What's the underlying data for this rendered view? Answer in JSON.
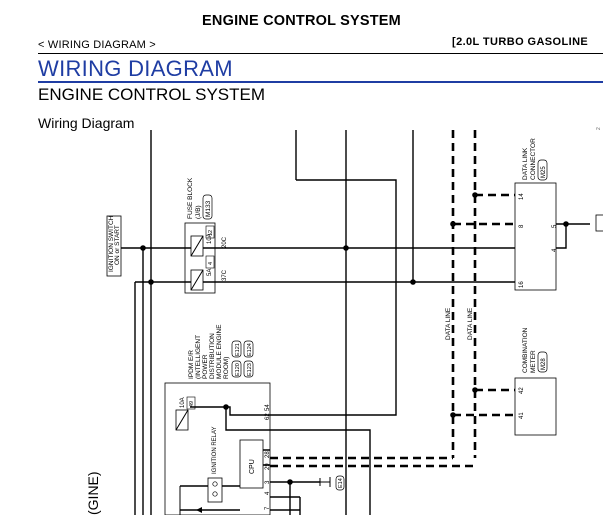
{
  "header": {
    "title": "ENGINE CONTROL SYSTEM",
    "breadcrumb": "< WIRING DIAGRAM >",
    "variant": "[2.0L TURBO GASOLINE"
  },
  "section_title": "WIRING DIAGRAM",
  "subtitle": "ENGINE CONTROL SYSTEM",
  "diagram_title": "Wiring Diagram",
  "corner_mark": "2",
  "diagram": {
    "ignition_switch": [
      "IGNITION SWITCH",
      "ON or START"
    ],
    "fuse_block": {
      "label": [
        "FUSE BLOCK",
        "(J/B)"
      ],
      "connector": "M133",
      "fuse_top": {
        "amp": "10A",
        "num": "12"
      },
      "fuse_bottom": {
        "amp": "5A",
        "num": "4"
      },
      "term_top": "20C",
      "term_bottom": "37C"
    },
    "data_link_connector": {
      "label": [
        "DATA LINK",
        "CONNECTOR"
      ],
      "connector": "M25",
      "pins": [
        "14",
        "5",
        "8",
        "4",
        "16"
      ]
    },
    "combination_meter": {
      "label": [
        "COMBINATION",
        "METER"
      ],
      "connector": "M28",
      "pins": [
        "42",
        "41"
      ]
    },
    "data_line_1": "DATA LINE",
    "data_line_2": "DATA LINE",
    "ipdm": {
      "label": [
        "IPDM E/R",
        "(INTELLIGENT",
        "POWER",
        "DISTRIBUTION",
        "MODULE ENGINE",
        "ROOM)"
      ],
      "connectors": [
        "E121",
        "E124",
        "E120",
        "E123"
      ],
      "fuse": {
        "amp": "10A",
        "num": "49"
      },
      "pins_top": [
        "62",
        "54"
      ],
      "pins_mid": [
        "29",
        "28"
      ],
      "pins_bottom": [
        "7",
        "4",
        "3"
      ]
    },
    "ignition_relay": "IGNITION RELAY",
    "cpu": "CPU",
    "ground": "E14",
    "side_label": "(GINE)"
  }
}
